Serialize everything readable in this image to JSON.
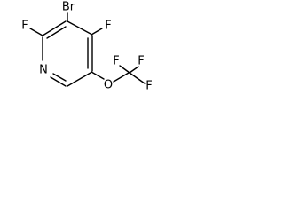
{
  "molecule": {
    "atoms": {
      "br": "Br",
      "f2": "F",
      "f4": "F",
      "n1": "N",
      "o": "O",
      "cf3_f_top": "F",
      "cf3_f_right": "F",
      "cf3_f_bottom": "F"
    }
  }
}
